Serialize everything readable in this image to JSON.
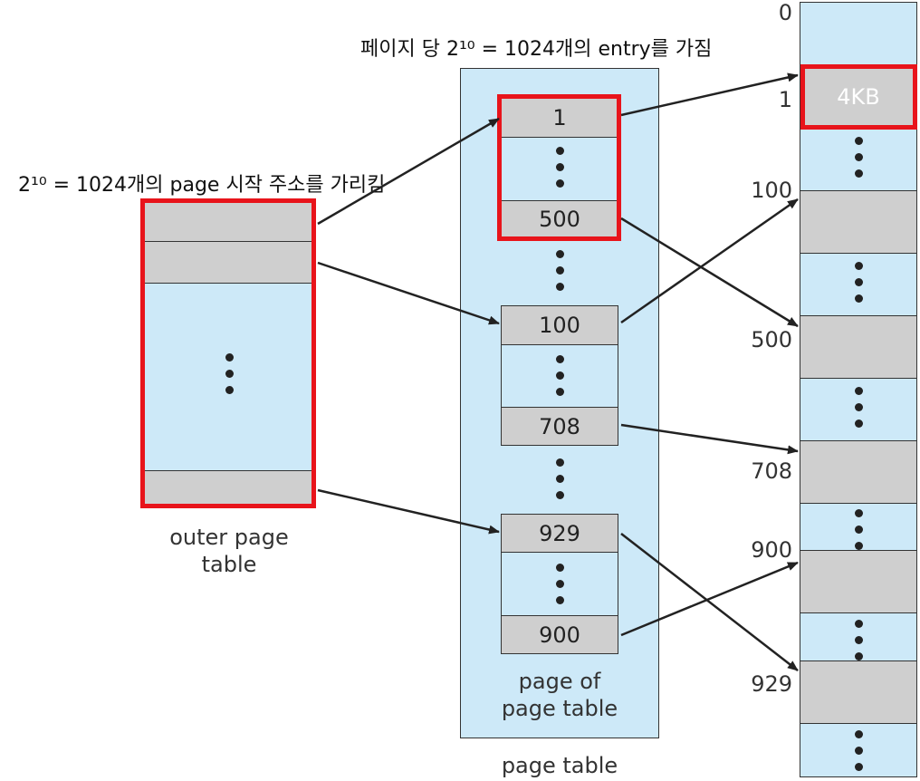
{
  "annotations": {
    "outer_note": "2¹⁰ = 1024개의 page 시작 주소를 가리킴",
    "inner_note": "페이지 당 2¹⁰ = 1024개의 entry를 가짐"
  },
  "outer_table": {
    "label_line1": "outer page",
    "label_line2": "table"
  },
  "page_table": {
    "caption": "page table",
    "inner_label_line1": "page of",
    "inner_label_line2": "page table",
    "entries": {
      "e1": "1",
      "e500": "500",
      "e100": "100",
      "e708": "708",
      "e929": "929",
      "e900": "900"
    }
  },
  "memory": {
    "frame_size": "4KB",
    "labels": {
      "l0": "0",
      "l1": "1",
      "l100": "100",
      "l500": "500",
      "l708": "708",
      "l900": "900",
      "l929": "929"
    }
  },
  "colors": {
    "highlight": "#e8141b",
    "table_fill": "#cde9f8",
    "entry_fill": "#cfcfcf"
  }
}
